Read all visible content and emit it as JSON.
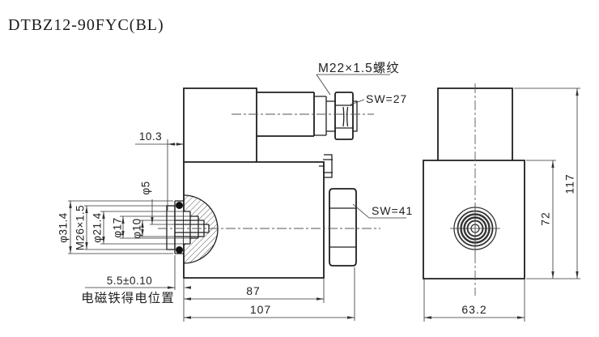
{
  "title": "DTBZ12-90FYC(BL)",
  "front_view": {
    "thread_label": "M22×1.5螺纹",
    "wrench_size_top": "SW=27",
    "wrench_size_side": "SW=41",
    "offset_dim": "10.3",
    "pin_tip_dia": "φ5",
    "oring_dia": "φ31.4",
    "thread_spec": "M26×1.5",
    "step_dia_1": "φ21.4",
    "step_dia_2": "φ17",
    "pin_dia": "φ10",
    "stroke_dim": "5.5±0.10",
    "stroke_note": "电磁铁得电位置",
    "body_width": "87",
    "overall_width": "107"
  },
  "side_view": {
    "overall_height": "117",
    "body_height": "72",
    "body_width": "63.2"
  },
  "colors": {
    "line": "#1f1f1f",
    "thin_line": "#333333",
    "background": "#ffffff"
  }
}
